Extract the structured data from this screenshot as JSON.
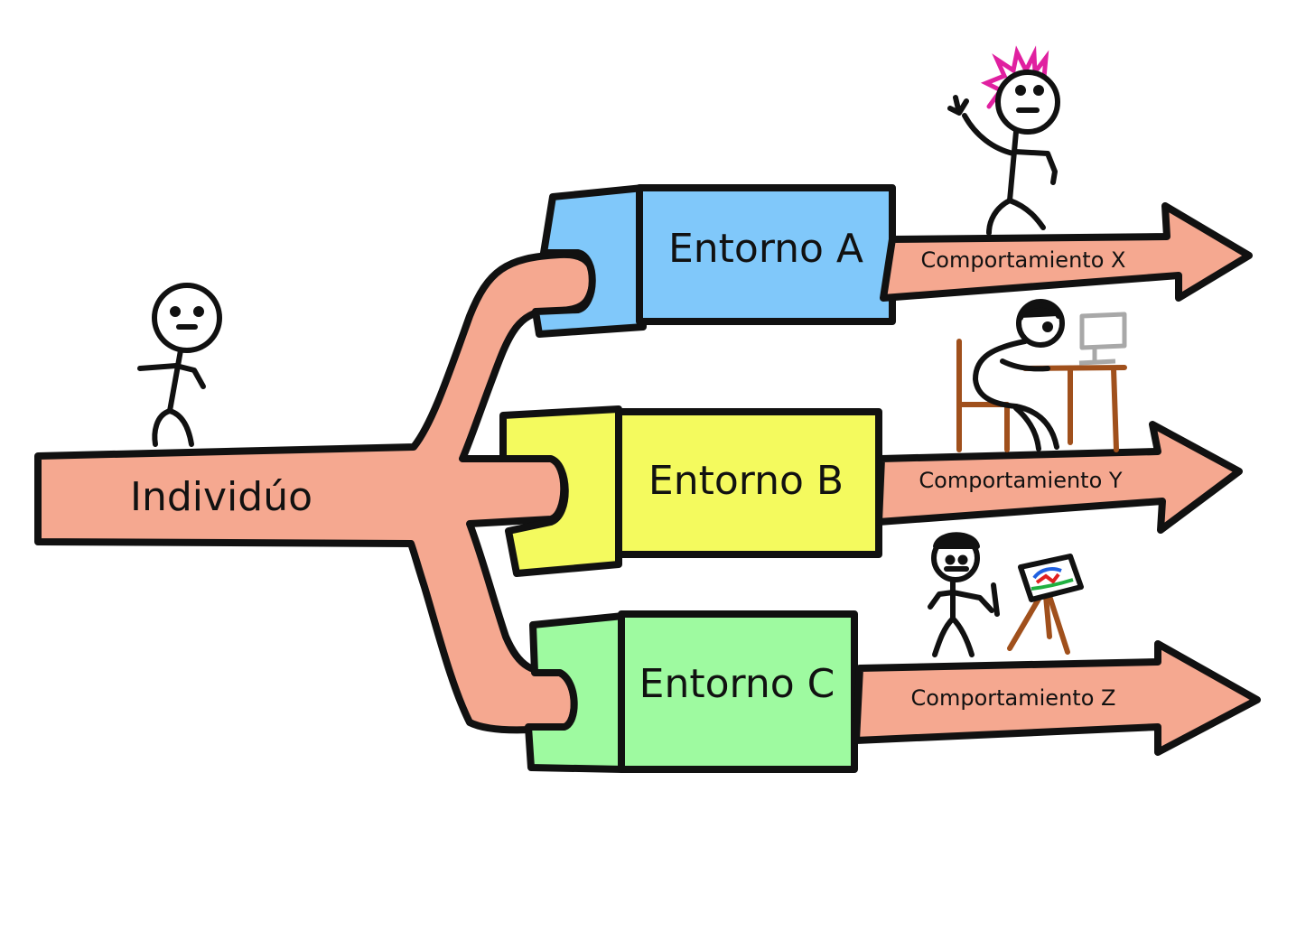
{
  "diagram": {
    "individual_label": "Individúo",
    "environments": [
      {
        "label": "Entorno A",
        "color": "#80c8fa",
        "behavior": "Comportamiento X"
      },
      {
        "label": "Entorno B",
        "color": "#f4fa5e",
        "behavior": "Comportamiento Y"
      },
      {
        "label": "Entorno C",
        "color": "#9efaa0",
        "behavior": "Comportamiento Z"
      }
    ],
    "colors": {
      "flow": "#f5a890",
      "outline": "#111111",
      "hair": "#e020a0",
      "wood": "#a0501c",
      "computer": "#a8a8a8"
    },
    "icons": [
      "stick-figure-individual",
      "stick-figure-punk",
      "stick-figure-at-desk",
      "stick-figure-painter"
    ]
  }
}
